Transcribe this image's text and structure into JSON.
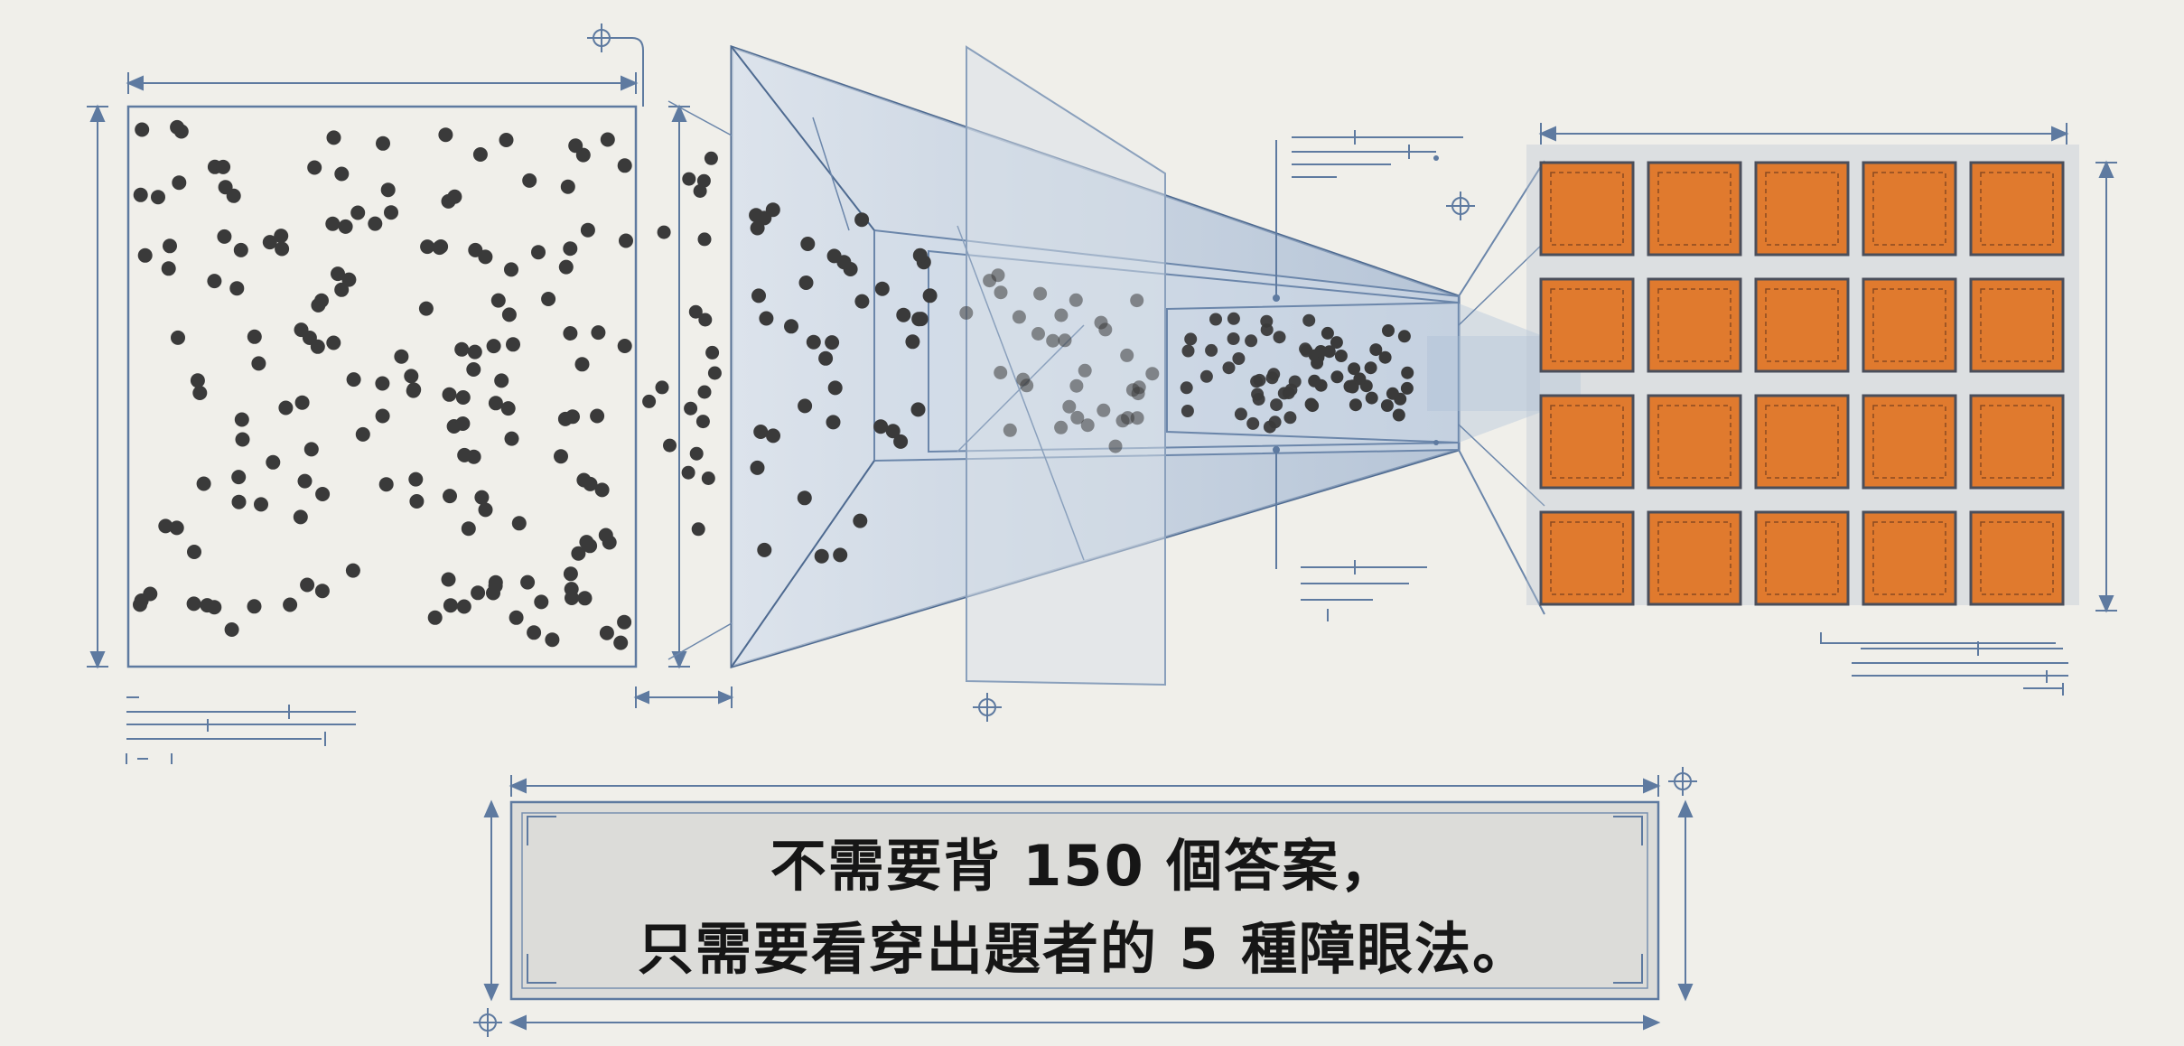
{
  "caption": {
    "line1": "不需要背 150 個答案，",
    "line2": "只需要看穿出題者的 5 種障眼法。"
  },
  "colors": {
    "background": "#f0efea",
    "line": "#56749a",
    "dot": "#3a3a3a",
    "tile_fill": "#e07a2e",
    "tile_stroke": "#4a4e5a",
    "funnel": "#c4d2e4",
    "caption_box": "#dcdcd9"
  },
  "icons": [
    "registration-crosshair-icon"
  ],
  "output_grid": {
    "rows": 4,
    "columns": 5
  }
}
